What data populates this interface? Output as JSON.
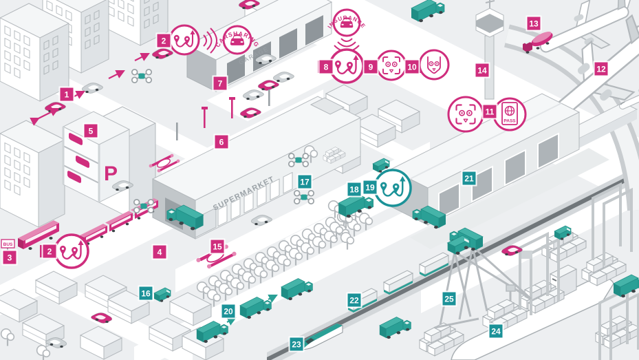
{
  "theme": {
    "magenta": "#cf2d7d",
    "magenta_light": "#e687b4",
    "magenta_dark": "#b02568",
    "teal_badge": "#1b9298",
    "teal_vehicle": "#2aa096",
    "teal_dark": "#1f8d85",
    "background": "#edeff1",
    "road": "#ffffff",
    "rail": "#70767a",
    "outline": "#b3b8bc"
  },
  "labels": {
    "carsharing": "CARSHARING",
    "insurance": "INSURANCE",
    "garage": "GARAGE",
    "supermarket": "SUPERMARKET",
    "parking": "P",
    "bus": "BUS",
    "pass": "PASS"
  },
  "icons": {
    "route": "route-map-pins-arrow",
    "car": "car-silhouette",
    "wifi": "signal-waves",
    "face_scan": "face-in-scan-frame",
    "face": "face-outline",
    "passport": "passport-globe"
  },
  "markers": [
    {
      "label": "1",
      "color": "magenta"
    },
    {
      "label": "2",
      "color": "magenta"
    },
    {
      "label": "2",
      "color": "magenta"
    },
    {
      "label": "3",
      "color": "magenta"
    },
    {
      "label": "4",
      "color": "magenta"
    },
    {
      "label": "5",
      "color": "magenta"
    },
    {
      "label": "6",
      "color": "magenta"
    },
    {
      "label": "7",
      "color": "magenta"
    },
    {
      "label": "8",
      "color": "magenta"
    },
    {
      "label": "9",
      "color": "magenta"
    },
    {
      "label": "10",
      "color": "magenta"
    },
    {
      "label": "11",
      "color": "magenta"
    },
    {
      "label": "12",
      "color": "magenta"
    },
    {
      "label": "13",
      "color": "magenta"
    },
    {
      "label": "14",
      "color": "magenta"
    },
    {
      "label": "15",
      "color": "magenta"
    },
    {
      "label": "16",
      "color": "teal"
    },
    {
      "label": "17",
      "color": "teal"
    },
    {
      "label": "18",
      "color": "teal"
    },
    {
      "label": "19",
      "color": "teal"
    },
    {
      "label": "20",
      "color": "teal"
    },
    {
      "label": "21",
      "color": "teal"
    },
    {
      "label": "22",
      "color": "teal"
    },
    {
      "label": "23",
      "color": "teal"
    },
    {
      "label": "24",
      "color": "teal"
    },
    {
      "label": "25",
      "color": "teal"
    }
  ]
}
